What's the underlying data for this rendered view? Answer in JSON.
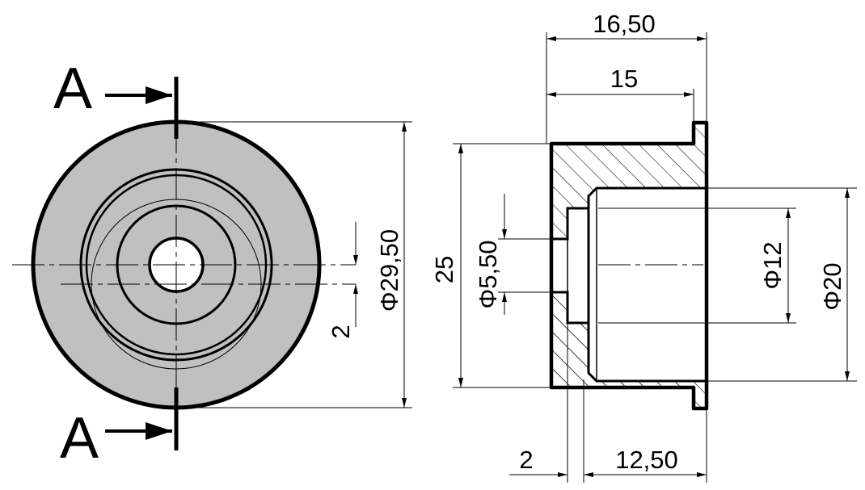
{
  "section_labels": {
    "top": "A",
    "bottom": "A"
  },
  "dimensions": {
    "overall_width": "16,50",
    "flange_offset": "15",
    "body_diameter": "25",
    "hole_diameter": "Φ5,50",
    "bore_diameter": "Φ12",
    "outer_bore_diameter": "Φ20",
    "front_diameter": "Φ29,50",
    "offset": "2",
    "wall_thickness": "2",
    "bore_depth": "12,50"
  },
  "colors": {
    "fill": "#c0c0c0",
    "line": "#000000"
  }
}
